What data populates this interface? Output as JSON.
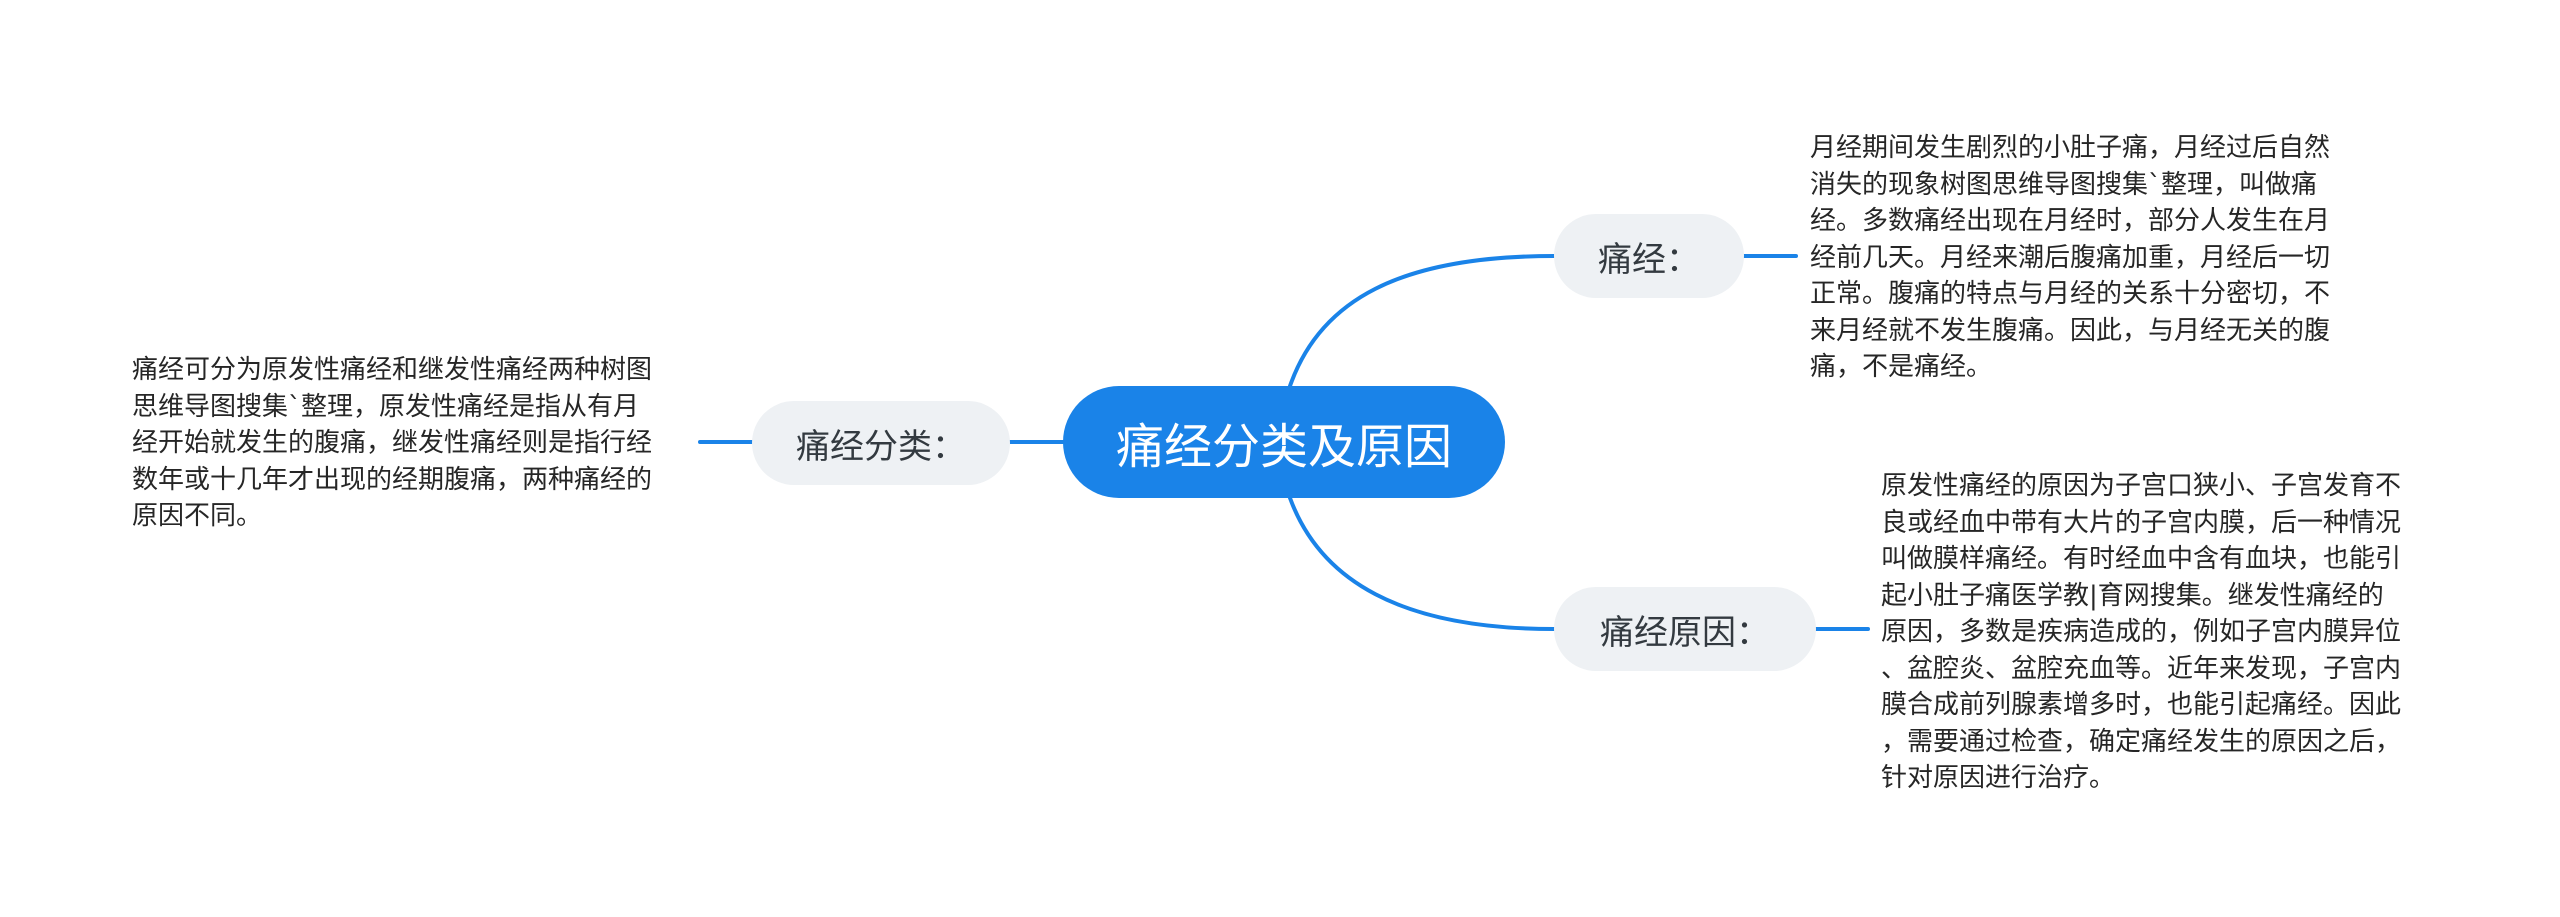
{
  "colors": {
    "accent": "#1a83e8",
    "branch_bg": "#eef1f4",
    "line": "#1a83e8"
  },
  "root": {
    "label": "痛经分类及原因"
  },
  "branches": [
    {
      "label": "痛经分类：",
      "note": "痛经可分为原发性痛经和继发性痛经两种树图\n思维导图搜集`整理，原发性痛经是指从有月\n经开始就发生的腹痛，继发性痛经则是指行经\n数年或十几年才出现的经期腹痛，两种痛经的\n原因不同。"
    },
    {
      "label": "痛经：",
      "note": "月经期间发生剧烈的小肚子痛，月经过后自然\n消失的现象树图思维导图搜集`整理，叫做痛\n经。多数痛经出现在月经时，部分人发生在月\n经前几天。月经来潮后腹痛加重，月经后一切\n正常。腹痛的特点与月经的关系十分密切，不\n来月经就不发生腹痛。因此，与月经无关的腹\n痛，不是痛经。"
    },
    {
      "label": "痛经原因：",
      "note": "原发性痛经的原因为子宫口狭小、子宫发育不\n良或经血中带有大片的子宫内膜，后一种情况\n叫做膜样痛经。有时经血中含有血块，也能引\n起小肚子痛医学教|育网搜集。继发性痛经的\n原因，多数是疾病造成的，例如子宫内膜异位\n、盆腔炎、盆腔充血等。近年来发现，子宫内\n膜合成前列腺素增多时，也能引起痛经。因此\n，需要通过检查，确定痛经发生的原因之后，\n针对原因进行治疗。"
    }
  ]
}
